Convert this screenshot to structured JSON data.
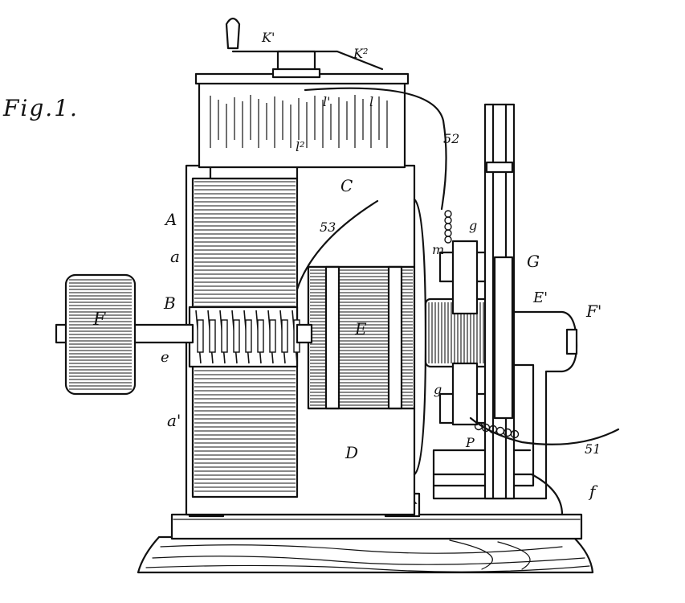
{
  "figure_title": "Fig.1.",
  "labels": {
    "K1": "K'",
    "K2": "K²",
    "l1": "l'",
    "l": "l",
    "l2": "l²",
    "n52": "52",
    "C": "C",
    "A": "A",
    "n53": "53",
    "a": "a",
    "m": "m",
    "g_top": "g",
    "G": "G",
    "B": "B",
    "E1": "E'",
    "F1": "F'",
    "F": "F",
    "E": "E",
    "e": "e",
    "g_bot": "g",
    "a1": "a'",
    "P": "P",
    "n51": "51",
    "D": "D",
    "f": "f"
  }
}
